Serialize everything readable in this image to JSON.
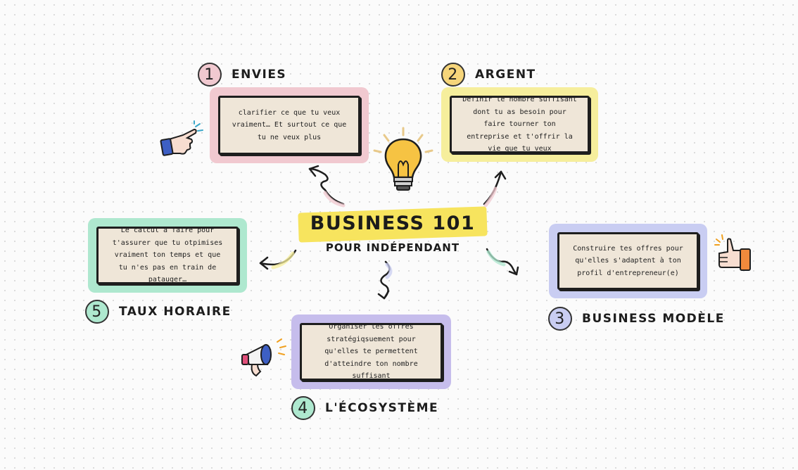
{
  "center": {
    "title": "BUSINESS 101",
    "subtitle": "POUR INDÉPENDANT"
  },
  "sections": [
    {
      "number": "1",
      "title": "ENVIES",
      "text": "clarifier ce que tu veux vraiment… Et surtout ce que tu ne veux plus",
      "color": "#f1c9d0"
    },
    {
      "number": "2",
      "title": "ARGENT",
      "text": "Définir le nombre suffisant dont tu as besoin pour faire tourner ton entreprise et t'offrir la vie que tu veux",
      "color": "#f6ee9c"
    },
    {
      "number": "3",
      "title": "BUSINESS MODÈLE",
      "text": "Construire tes offres pour qu'elles s'adaptent à ton profil d'entrepreneur(e)",
      "color": "#c9cdf2"
    },
    {
      "number": "4",
      "title": "L'ÉCOSYSTÈME",
      "text": "Organiser tes offres stratégiqsuement pour qu'elles te permettent d'atteindre ton nombre suffisant",
      "color": "#c6bdec"
    },
    {
      "number": "5",
      "title": "TAUX HORAIRE",
      "text": "Le calcul a faire pour t'assurer que tu otpimises vraiment ton temps et que tu n'es pas en train de patauger…",
      "color": "#aee8cf"
    }
  ],
  "icons": [
    "lightbulb-icon",
    "pointing-hand-icon",
    "thumbs-up-icon",
    "megaphone-icon",
    "arrow-icon"
  ]
}
